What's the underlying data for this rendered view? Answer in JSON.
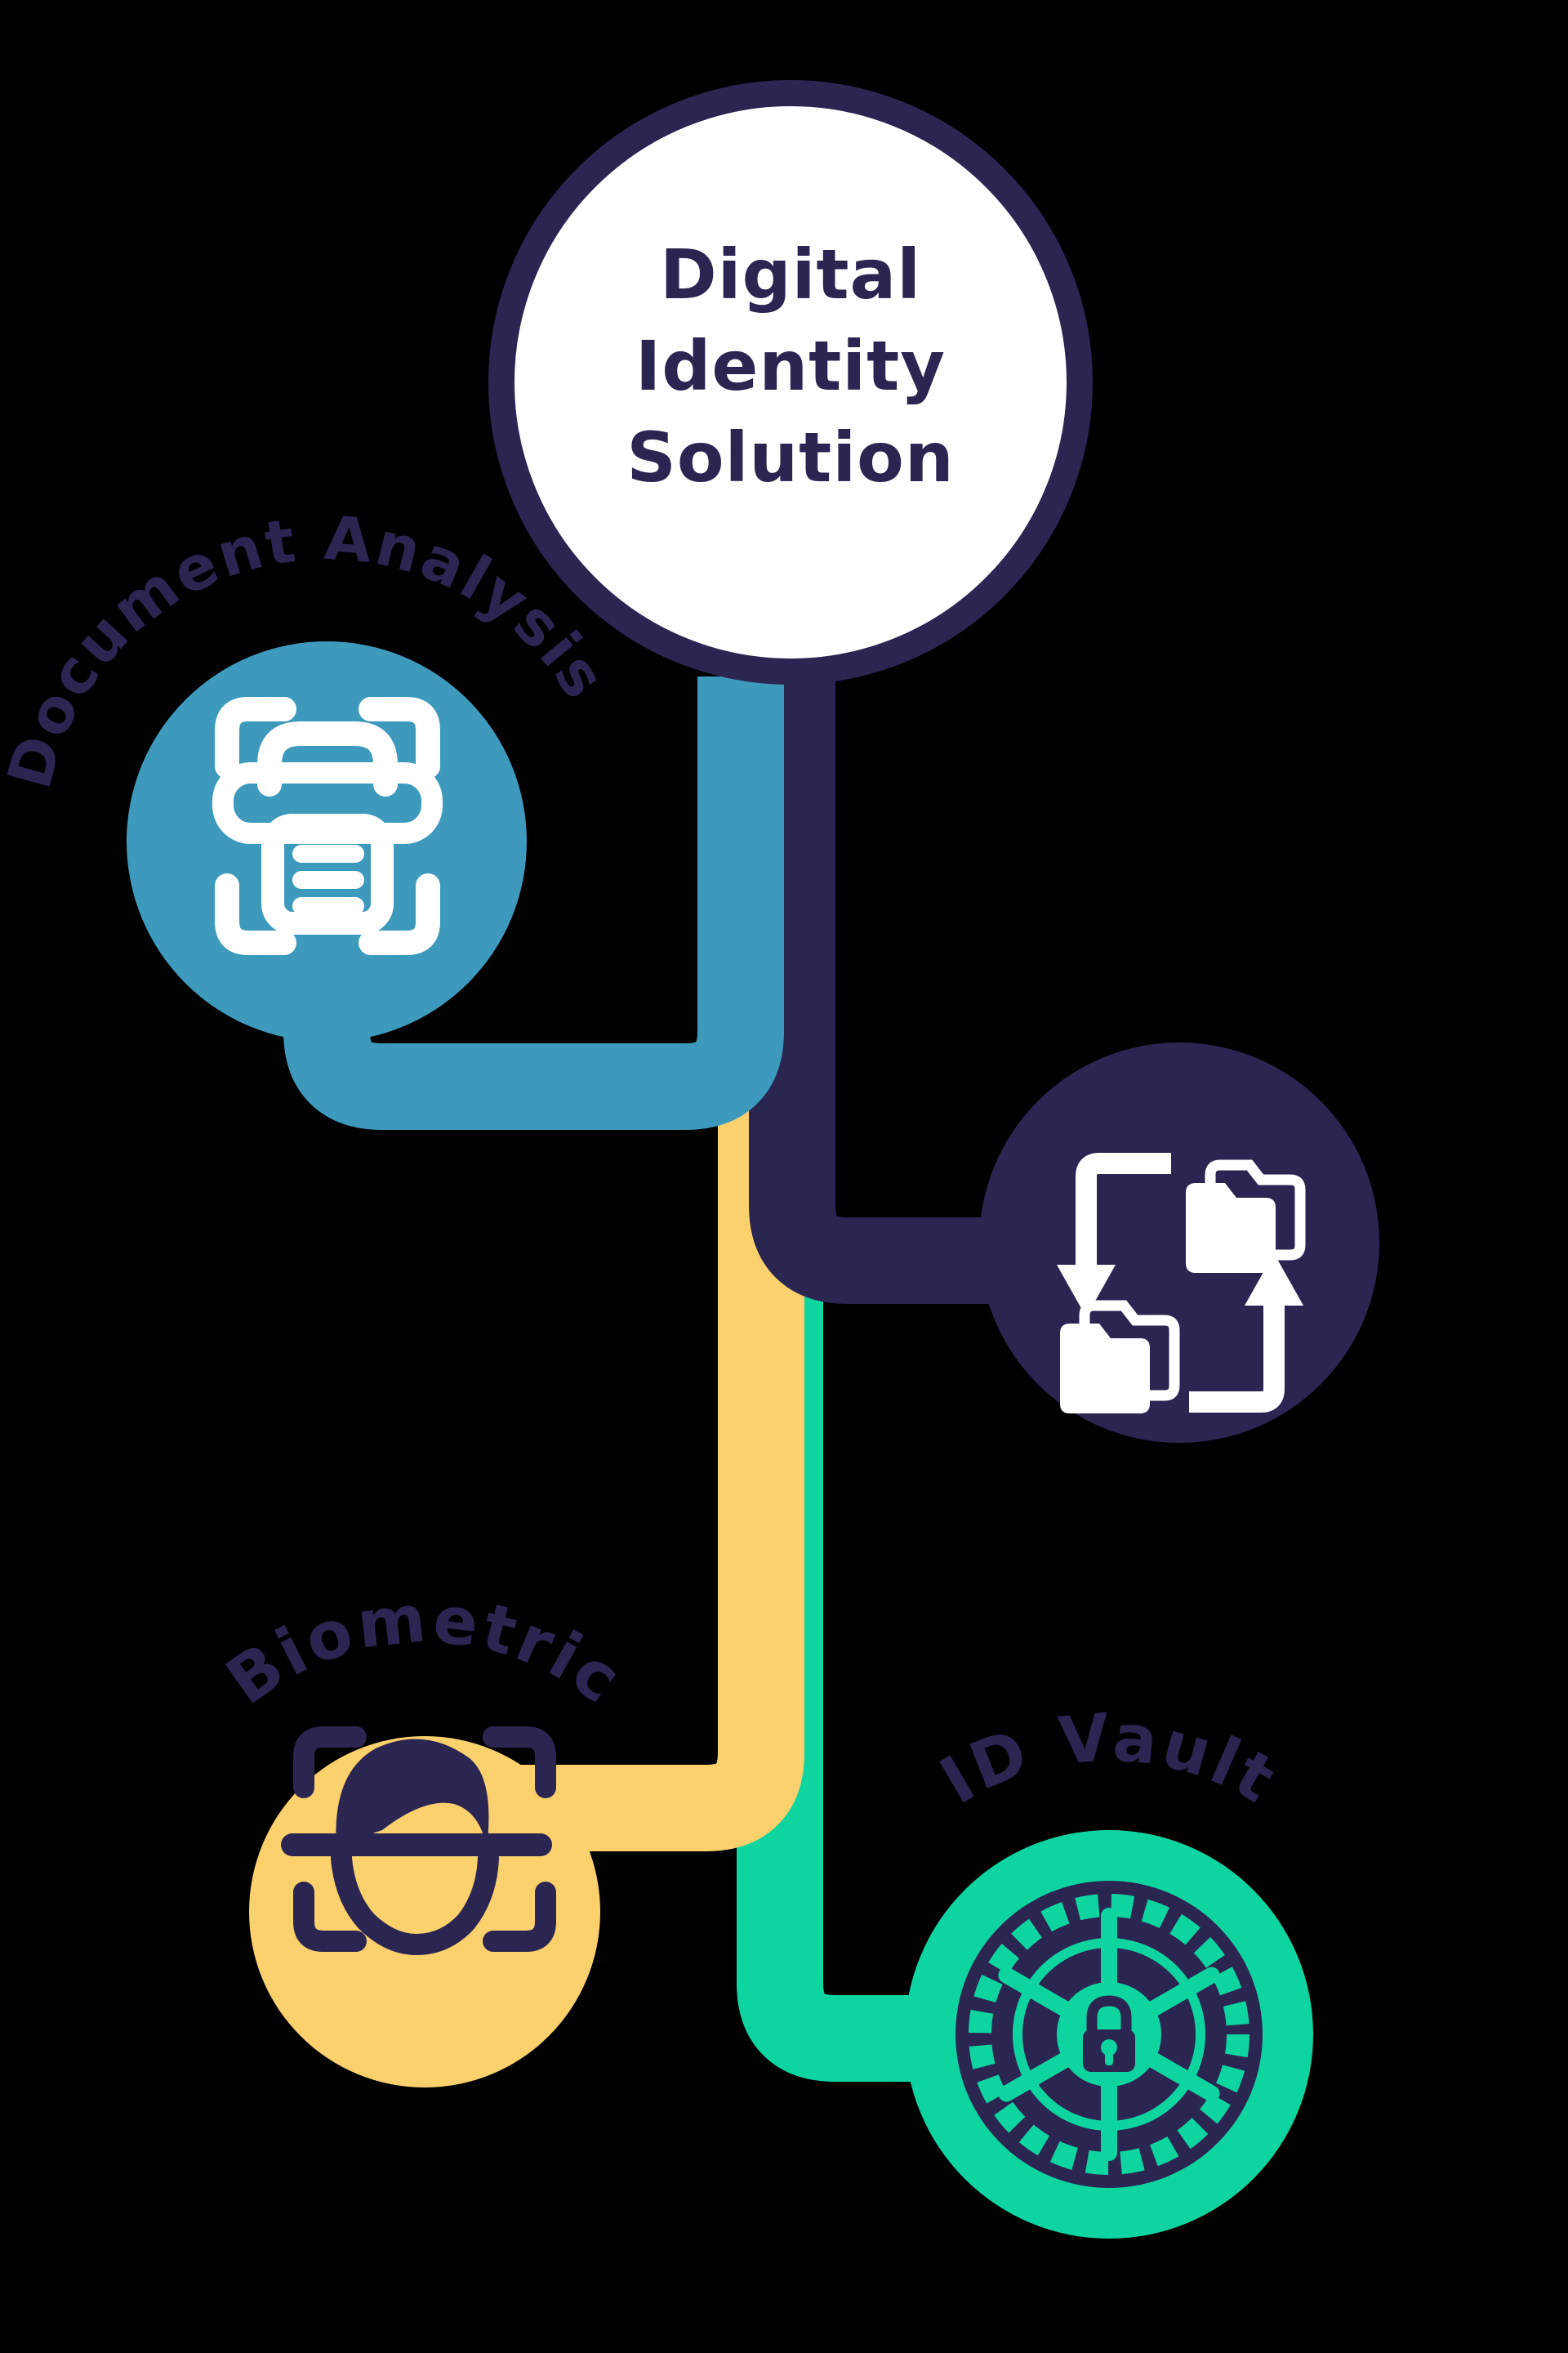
{
  "title": {
    "line1": "Digital",
    "line2": "Identity",
    "line3": "Solution"
  },
  "nodes": [
    {
      "id": "document-analysis",
      "label": "Document Analysis",
      "color": "#3E9ABD",
      "icon": "document-scan-icon"
    },
    {
      "id": "data-exchange",
      "color": "#2B2552",
      "icon": "folder-transfer-icon"
    },
    {
      "id": "biometric",
      "label": "Biometric",
      "color": "#FBD16E",
      "icon": "face-scan-icon"
    },
    {
      "id": "id-vault",
      "label": "ID Vault",
      "color": "#0ED5A0",
      "icon": "vault-icon"
    }
  ],
  "connectors": {
    "document_analysis": "#3E9ABD",
    "data_exchange": "#2B2552",
    "biometric": "#FBD16E",
    "id_vault": "#0ED5A0"
  },
  "colors": {
    "navy": "#2B2552",
    "blue": "#3E9ABD",
    "yellow": "#FBD16E",
    "green": "#0ED5A0",
    "white": "#FFFFFF",
    "background": "#000000",
    "text": "#2B2552"
  }
}
